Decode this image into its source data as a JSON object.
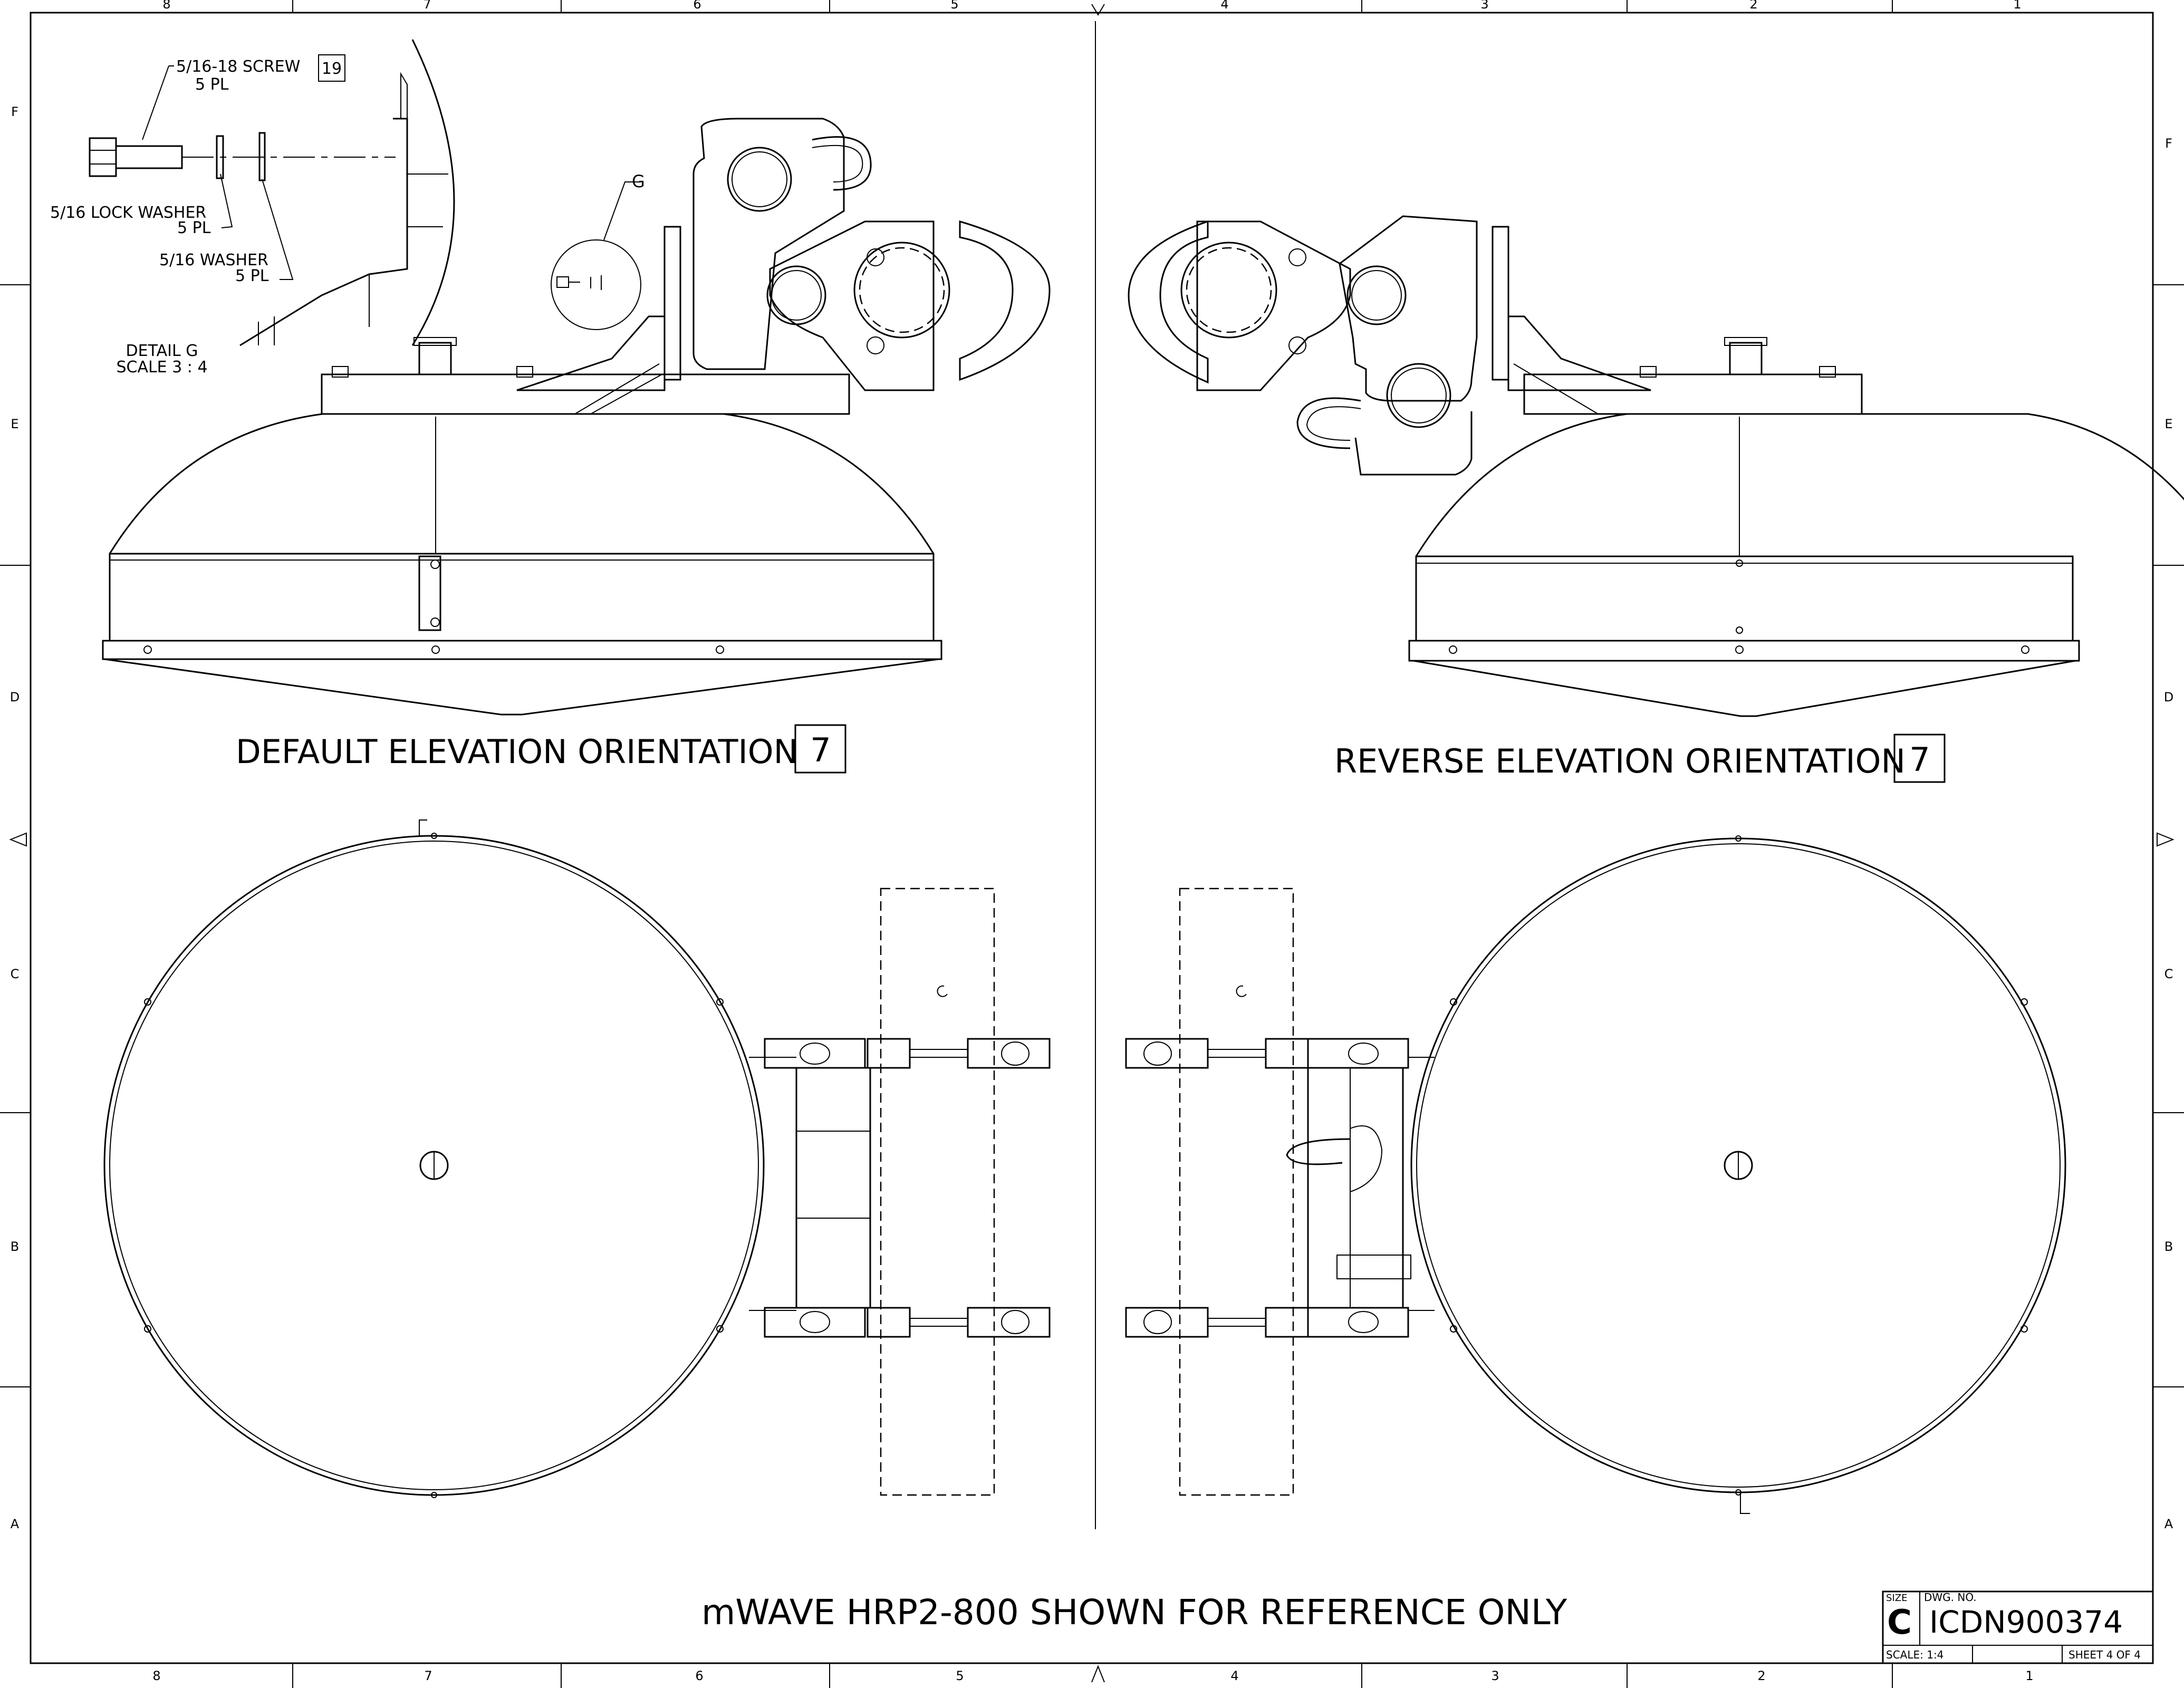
{
  "border": {
    "columns_top": [
      "8",
      "7",
      "6",
      "5",
      "4",
      "3",
      "2",
      "1"
    ],
    "columns_bottom": [
      "8",
      "7",
      "6",
      "5",
      "4",
      "3",
      "2",
      "1"
    ],
    "rows_left": [
      "F",
      "E",
      "D",
      "C",
      "B",
      "A"
    ],
    "rows_right": [
      "F",
      "E",
      "D",
      "C",
      "B",
      "A"
    ]
  },
  "detail": {
    "screw_label": "5/16-18 SCREW",
    "screw_item": "19",
    "screw_qty": "5 PL",
    "lock_washer_label": "5/16 LOCK WASHER",
    "lock_washer_qty": "5 PL",
    "washer_label": "5/16 WASHER",
    "washer_qty": "5 PL",
    "title": "DETAIL G",
    "scale": "SCALE 3 : 4",
    "callout": "G"
  },
  "views": {
    "default_title": "DEFAULT ELEVATION ORIENTATION",
    "default_item": "7",
    "reverse_title": "REVERSE ELEVATION ORIENTATION",
    "reverse_item": "7"
  },
  "note": "mWAVE HRP2-800 SHOWN FOR REFERENCE ONLY",
  "title_block": {
    "size_label": "SIZE",
    "size": "C",
    "dwg_label": "DWG. NO.",
    "dwg_no": "ICDN900374",
    "scale": "SCALE: 1:4",
    "sheet": "SHEET 4 OF 4"
  }
}
